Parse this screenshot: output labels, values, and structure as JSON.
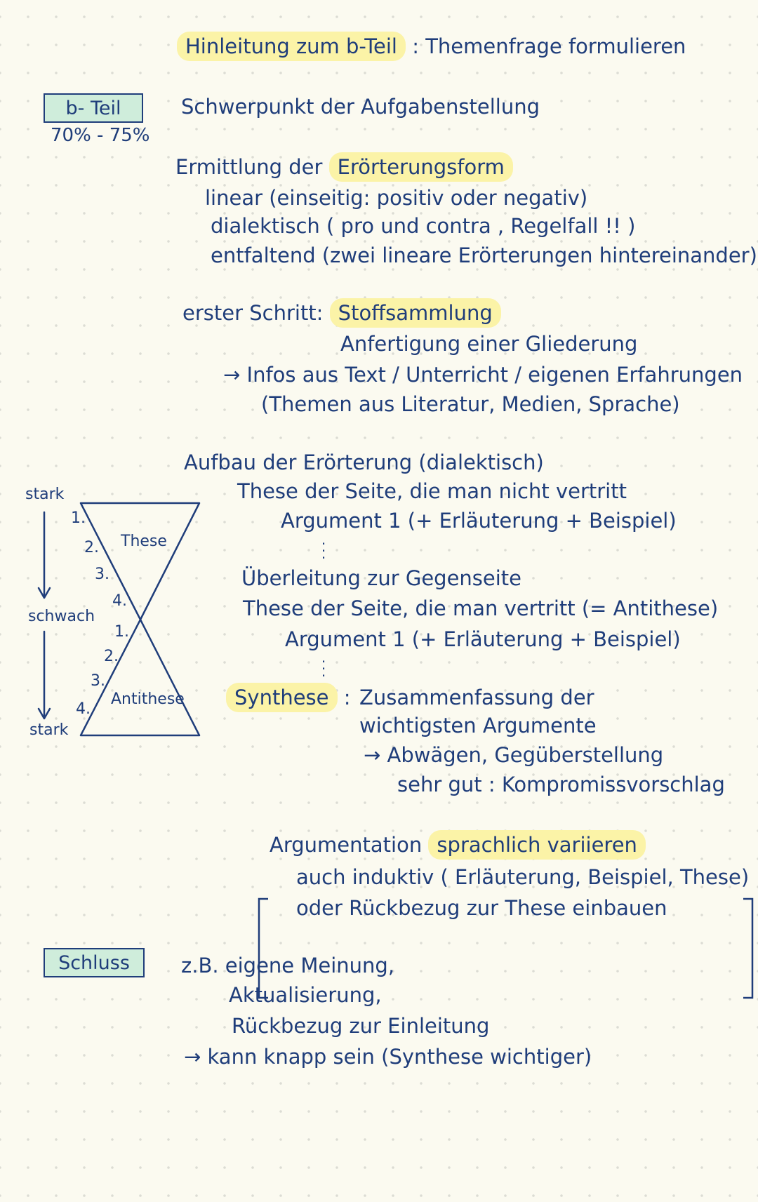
{
  "header": {
    "intro_highlight": "Hinleitung zum b-Teil",
    "intro_rest": ": Themenfrage formulieren"
  },
  "b_part": {
    "label": "b- Teil",
    "percent": "70% - 75%",
    "focus": "Schwerpunkt der Aufgabenstellung",
    "form_title": "Ermittlung der",
    "form_highlight": "Erörterungsform",
    "forms": [
      "linear  (einseitig: positiv oder negativ)",
      "dialektisch ( pro und contra  ,  Regelfall !! )",
      "entfaltend (zwei lineare Erörterungen hintereinander)"
    ],
    "step_label": "erster Schritt:",
    "step_highlight": "Stoffsammlung",
    "step_lines": [
      "Anfertigung einer Gliederung",
      "→ Infos aus Text / Unterricht / eigenen Erfahrungen",
      "(Themen aus Literatur, Medien, Sprache)"
    ]
  },
  "structure": {
    "title": "Aufbau der Erörterung   (dialektisch)",
    "lines": [
      "These der Seite, die man nicht vertritt",
      "Argument 1  (+ Erläuterung + Beispiel)",
      "Überleitung zur Gegenseite",
      "These der Seite, die man vertritt (= Antithese)",
      "Argument 1  (+ Erläuterung + Beispiel)"
    ],
    "synthesis_highlight": "Synthese",
    "synthesis_colon": ":",
    "synthesis_lines": [
      "Zusammenfassung der",
      "wichtigsten Argumente",
      "→ Abwägen, Gegüberstellung",
      "sehr gut : Kompromissvorschlag"
    ]
  },
  "diagram": {
    "top_label": "stark",
    "middle_label": "schwach",
    "bottom_label": "stark",
    "upper_triangle_label": "These",
    "lower_triangle_label": "Antithese",
    "upper_numbers": [
      "1.",
      "2.",
      "3.",
      "4."
    ],
    "lower_numbers": [
      "1.",
      "2.",
      "3.",
      "4."
    ]
  },
  "bracket_note": {
    "line1_text": "Argumentation",
    "line1_highlight": "sprachlich variieren",
    "line2": "auch induktiv  ( Erläuterung, Beispiel, These)",
    "line3": "oder Rückbezug zur These einbauen"
  },
  "conclusion": {
    "label": "Schluss",
    "lines": [
      "z.B. eigene Meinung,",
      "Aktualisierung,",
      "Rückbezug zur Einleitung",
      "→ kann knapp sein  (Synthese wichtiger)"
    ]
  },
  "colors": {
    "ink": "#1f3d7a",
    "highlight": "#fbf3a7",
    "box_fill": "#cfeddb",
    "background": "#fbfaf0"
  }
}
